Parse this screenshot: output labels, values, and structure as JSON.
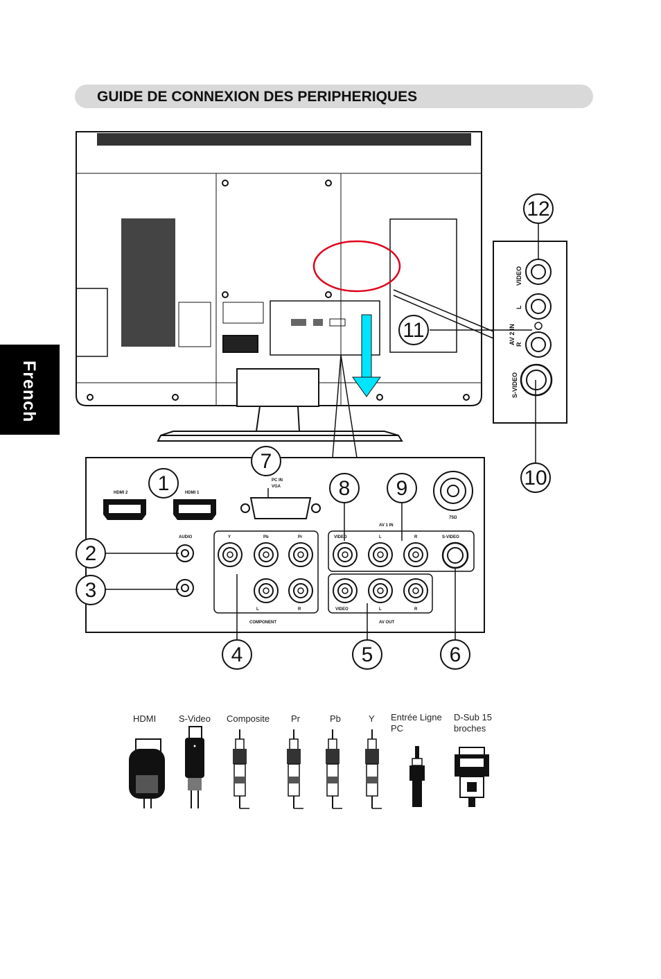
{
  "header": {
    "title": "GUIDE DE CONNEXION DES PERIPHERIQUES"
  },
  "side_tab": {
    "label": "French"
  },
  "panel_labels": {
    "hdmi2": "HDMI 2",
    "hdmi1": "HDMI 1",
    "pc_in": "PC IN",
    "vga": "VGA",
    "audio": "AUDIO",
    "y": "Y",
    "pb": "Pb",
    "pr": "Pr",
    "video": "VIDEO",
    "l": "L",
    "r": "R",
    "s_video": "S-VIDEO",
    "av1in": "AV 1 IN",
    "ant": "75Ω",
    "component": "COMPONENT",
    "avout": "AV OUT"
  },
  "side_labels": {
    "video": "VIDEO",
    "l": "L",
    "av2in": "AV 2 IN",
    "r": "R",
    "s_video": "S-VIDEO"
  },
  "callouts": [
    "1",
    "2",
    "3",
    "4",
    "5",
    "6",
    "7",
    "8",
    "9",
    "10",
    "11",
    "12"
  ],
  "cables": [
    {
      "label": "HDMI",
      "icon": "hdmi-plug-icon"
    },
    {
      "label": "S-Video",
      "icon": "svideo-plug-icon"
    },
    {
      "label": "Composite",
      "icon": "rca-plug-icon"
    },
    {
      "label": "Pr",
      "icon": "rca-plug-icon"
    },
    {
      "label": "Pb",
      "icon": "rca-plug-icon"
    },
    {
      "label": "Y",
      "icon": "rca-plug-icon"
    },
    {
      "label": "Entrée Ligne PC",
      "icon": "audio-jack-plug-icon"
    },
    {
      "label": "D-Sub 15 broches",
      "icon": "dsub-plug-icon"
    }
  ],
  "colors": {
    "highlight_circle": "#e0001b",
    "arrow": "#00e5ff"
  }
}
